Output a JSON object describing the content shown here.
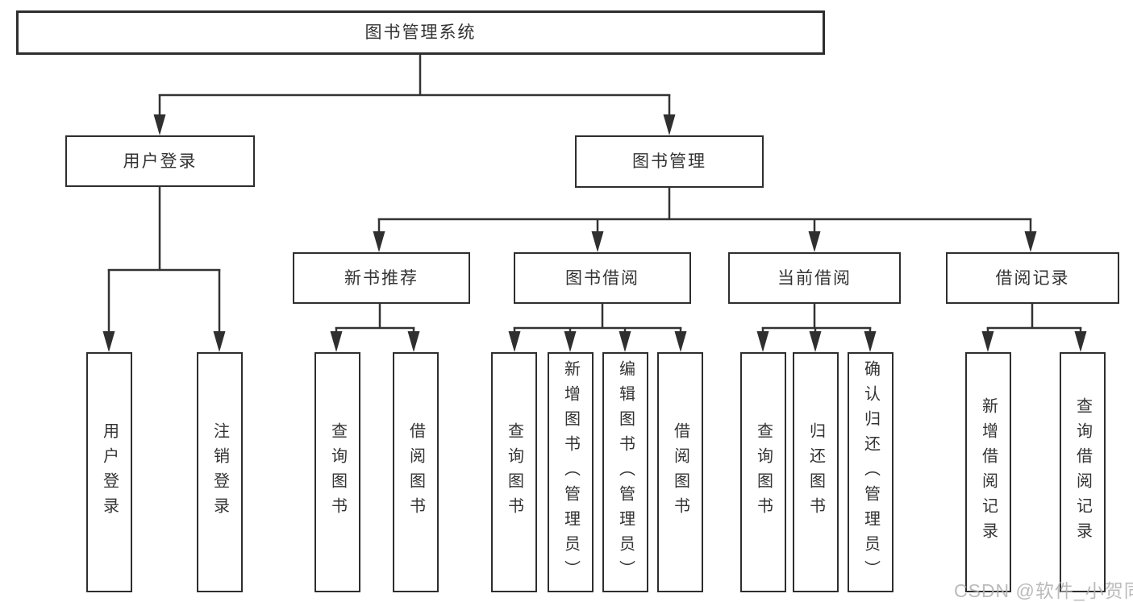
{
  "title": "图书管理系统",
  "tree": {
    "root": {
      "label": "图书管理系统"
    },
    "branches": [
      {
        "label": "用户登录",
        "children": [
          {
            "label": "用户登录"
          },
          {
            "label": "注销登录"
          }
        ]
      },
      {
        "label": "图书管理",
        "groups": [
          {
            "label": "新书推荐",
            "children": [
              {
                "label": "查询图书"
              },
              {
                "label": "借阅图书"
              }
            ]
          },
          {
            "label": "图书借阅",
            "children": [
              {
                "label": "查询图书"
              },
              {
                "label": "新增图书（管理员）"
              },
              {
                "label": "编辑图书（管理员）"
              },
              {
                "label": "借阅图书"
              }
            ]
          },
          {
            "label": "当前借阅",
            "children": [
              {
                "label": "查询图书"
              },
              {
                "label": "归还图书"
              },
              {
                "label": "确认归还（管理员）"
              }
            ]
          },
          {
            "label": "借阅记录",
            "children": [
              {
                "label": "新增借阅记录"
              },
              {
                "label": "查询借阅记录"
              }
            ]
          }
        ]
      }
    ]
  },
  "watermark": "CSDN @软件_小贺同学",
  "colors": {
    "line": "#333333",
    "box_border": "#2e2e2e",
    "text": "#333333",
    "background": "#ffffff",
    "watermark": "#b2b2b2"
  }
}
